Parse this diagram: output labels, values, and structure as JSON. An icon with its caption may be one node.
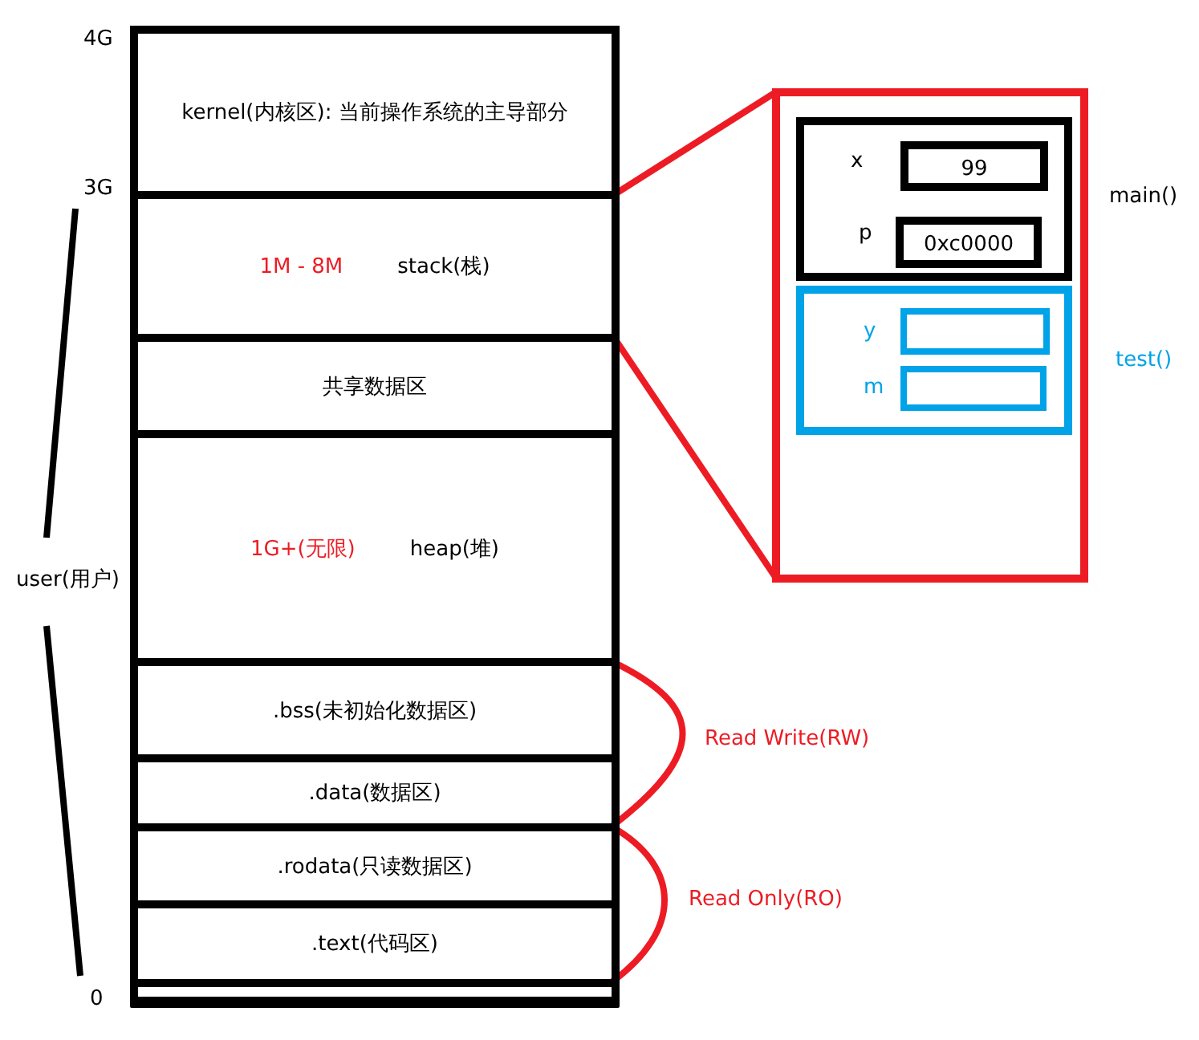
{
  "diagram": {
    "nodes": [
      {
        "text": [
          "kernel(内核区): 当前操作系统的主导部分"
        ]
      },
      {
        "text": [
          "1M - 8M",
          "stack(栈)"
        ]
      },
      {
        "text": [
          "共享数据区"
        ]
      },
      {
        "text": [
          "1G+(无限)",
          "heap(堆)"
        ]
      },
      {
        "text": [
          ".bss(未初始化数据区)"
        ]
      },
      {
        "text": [
          ".data(数据区)"
        ]
      },
      {
        "text": [
          ".rodata(只读数据区)"
        ]
      },
      {
        "text": [
          ".text(代码区)"
        ]
      },
      {
        "text": [],
        "shape": "bar"
      },
      {
        "text": [],
        "shape": "box"
      },
      {
        "text": [
          "main()"
        ],
        "in": 9
      },
      {
        "text": [
          "99"
        ],
        "beside": [
          "x"
        ],
        "in": 10
      },
      {
        "text": [
          "0xc0000"
        ],
        "beside": [
          "p"
        ],
        "in": 10
      },
      {
        "text": [
          "test()"
        ],
        "in": 9
      },
      {
        "text": [],
        "shape": "box",
        "beside": [
          "y"
        ],
        "in": 13
      },
      {
        "text": [],
        "shape": "box",
        "beside": [
          "m"
        ],
        "in": 13
      }
    ],
    "edges": [
      {
        "from": 1,
        "to": 9,
        "arrow": "none",
        "color": "#ed1c24"
      },
      {
        "from": 1,
        "to": 9,
        "arrow": "none",
        "color": "#ed1c24"
      }
    ],
    "labels": [
      "4G",
      "3G",
      "user(用户)",
      "0",
      "Read Write(RW)",
      "Read Only(RO)"
    ]
  }
}
